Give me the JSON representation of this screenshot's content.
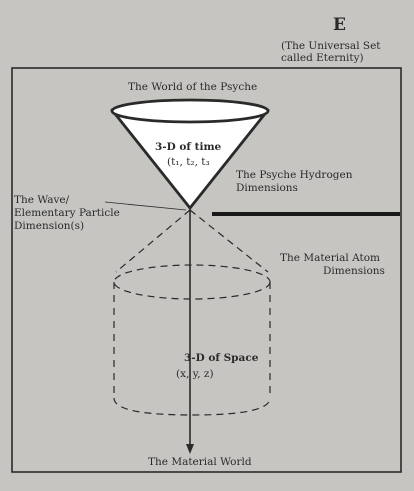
{
  "header": {
    "letter": "E",
    "caption_line1": "(The Universal Set",
    "caption_line2": "called Eternity)"
  },
  "labels": {
    "psyche_world": "The World of the Psyche",
    "time_title": "3-D of time",
    "time_coords": "(t₁, t₂, t₃",
    "psyche_hydrogen_line1": "The Psyche Hydrogen",
    "psyche_hydrogen_line2": "Dimensions",
    "wave_line1": "The Wave/",
    "wave_line2": "Elementary Particle",
    "wave_line3": "Dimension(s)",
    "atom_line1": "The Material Atom",
    "atom_line2": "Dimensions",
    "space_title": "3-D of Space",
    "space_coords": "(x, y, z)",
    "material_world": "The Material World"
  },
  "colors": {
    "background": "#c6c5c2",
    "ink": "#2a2a2a",
    "cone_fill": "#ffffff"
  }
}
